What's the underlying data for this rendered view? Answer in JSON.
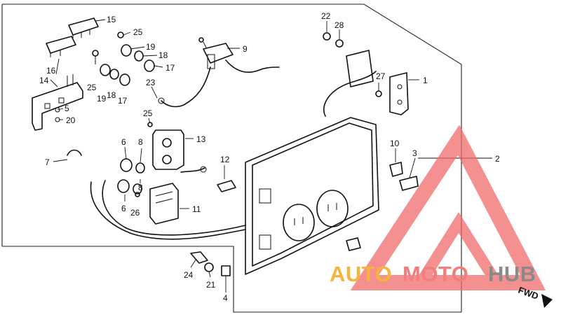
{
  "diagram": {
    "callouts": [
      "1",
      "2",
      "3",
      "4",
      "5",
      "6",
      "6",
      "7",
      "8",
      "8",
      "9",
      "10",
      "11",
      "12",
      "13",
      "14",
      "15",
      "16",
      "17",
      "17",
      "18",
      "18",
      "19",
      "19",
      "20",
      "21",
      "22",
      "23",
      "24",
      "25",
      "25",
      "25",
      "26",
      "27",
      "28"
    ],
    "direction_label": "FWD"
  },
  "watermark": {
    "part1": "AUTO",
    "part2": "MOTO",
    "part3": "HUB",
    "colors": {
      "auto": "#f5b43c",
      "moto": "#f08080",
      "hub": "#8a8a8a",
      "triangle": "#f26b6b"
    }
  }
}
